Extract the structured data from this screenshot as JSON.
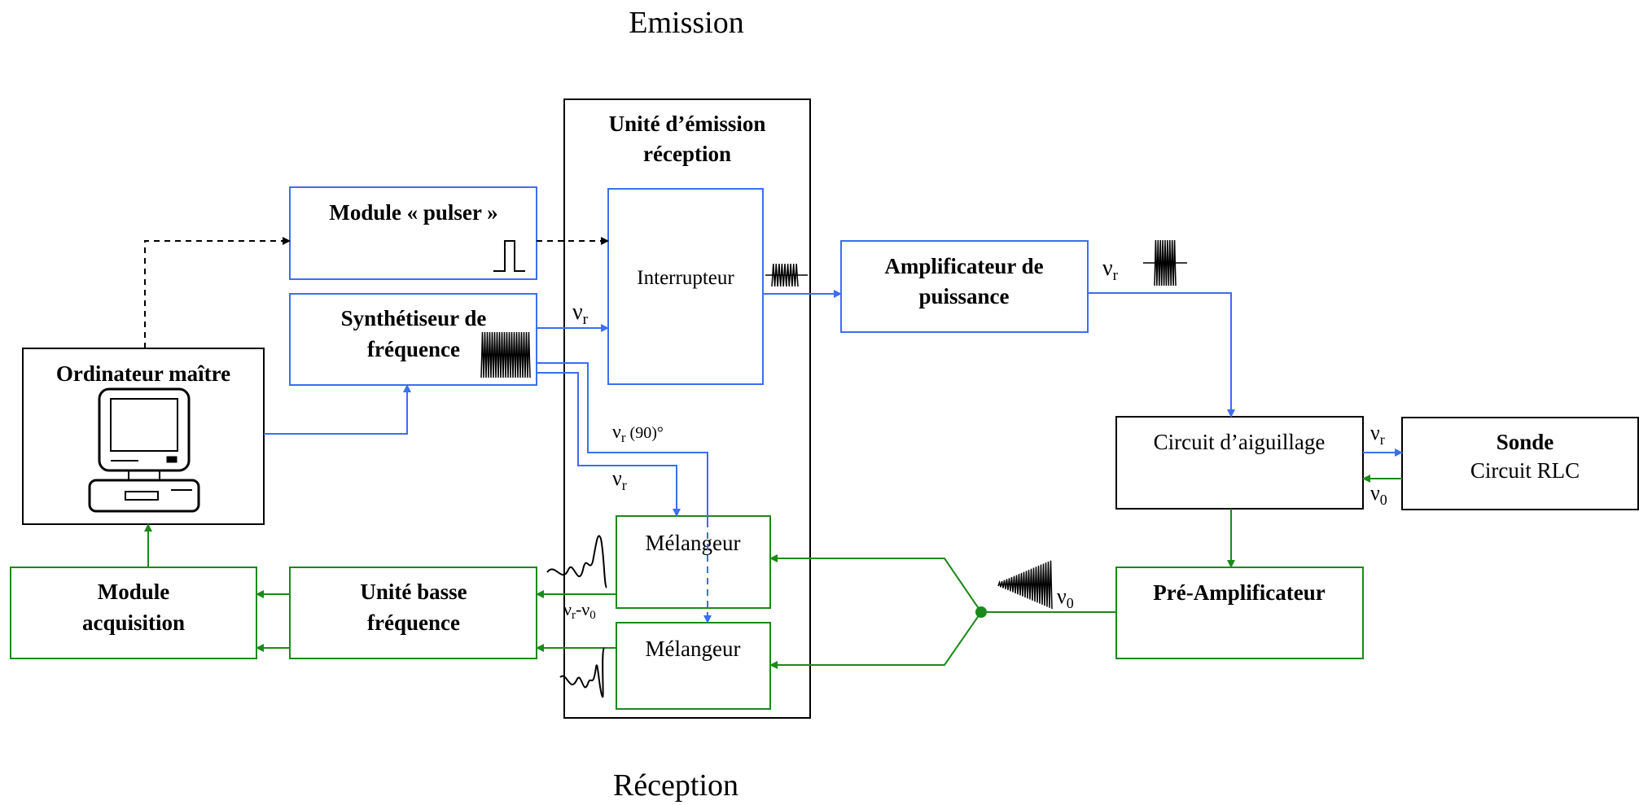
{
  "headings": {
    "emission": "Emission",
    "reception": "Réception"
  },
  "blocks": {
    "pulser": "Module « pulser »",
    "synth_line1": "Synthétiseur de",
    "synth_line2": "fréquence",
    "unit_line1": "Unité d’émission",
    "unit_line2": "réception",
    "interrupteur": "Interrupteur",
    "amp_line1": "Amplificateur de",
    "amp_line2": "puissance",
    "ordinateur": "Ordinateur maître",
    "aiguillage": "Circuit d’aiguillage",
    "sonde_title": "Sonde",
    "sonde_sub": "Circuit RLC",
    "mixer1": "Mélangeur",
    "mixer2": "Mélangeur",
    "preamp": "Pré-Amplificateur",
    "bf_line1": "Unité basse",
    "bf_line2": "fréquence",
    "acq_line1": "Module",
    "acq_line2": "acquisition"
  },
  "signals": {
    "nu": "ν",
    "r": "r",
    "zero": "0",
    "phase_suffix": " (90)°",
    "minus": "-"
  },
  "colors": {
    "blue": "#3a6ff2",
    "green": "#1a8a1a",
    "black": "#000000"
  }
}
